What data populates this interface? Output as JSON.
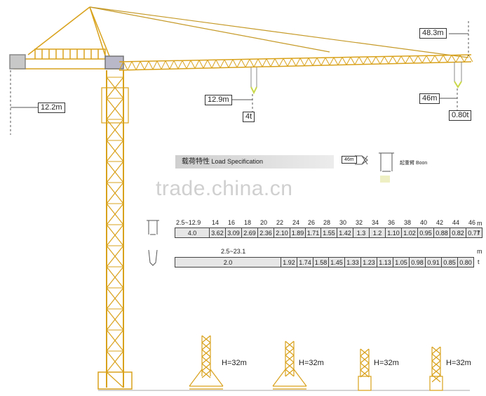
{
  "labels": {
    "jib_height": "48.3m",
    "counter_jib": "12.2m",
    "radius_a": "12.9m",
    "load_a": "4t",
    "radius_b": "46m",
    "load_b": "0.80t",
    "spec_cn": "载荷特性",
    "spec_en": "Load Specification",
    "legend_len": "46m",
    "legend_cn": "起重臂",
    "legend_en": "Boon",
    "watermark": "trade.china.cn",
    "unit_m": "m",
    "unit_t": "t"
  },
  "table1": {
    "header": [
      "2.5~12.9",
      "14",
      "16",
      "18",
      "20",
      "22",
      "24",
      "26",
      "28",
      "30",
      "32",
      "34",
      "36",
      "38",
      "40",
      "42",
      "44",
      "46"
    ],
    "values": [
      "4.0",
      "3.62",
      "3.09",
      "2.69",
      "2.36",
      "2.10",
      "1.89",
      "1.71",
      "1.55",
      "1.42",
      "1.3",
      "1.2",
      "1.10",
      "1.02",
      "0.95",
      "0.88",
      "0.82",
      "0.77"
    ]
  },
  "table2": {
    "header": "2.5~23.1",
    "first": "2.0",
    "values": [
      "1.92",
      "1.74",
      "1.58",
      "1.45",
      "1.33",
      "1.23",
      "1.13",
      "1.05",
      "0.98",
      "0.91",
      "0.85",
      "0.80"
    ]
  },
  "heights": [
    "H=32m",
    "H=32m",
    "H=32m",
    "H=32m"
  ],
  "colors": {
    "steel": "#d9a21c",
    "steel_dark": "#b78310",
    "line": "#555555",
    "hook": "#c9d84a"
  }
}
